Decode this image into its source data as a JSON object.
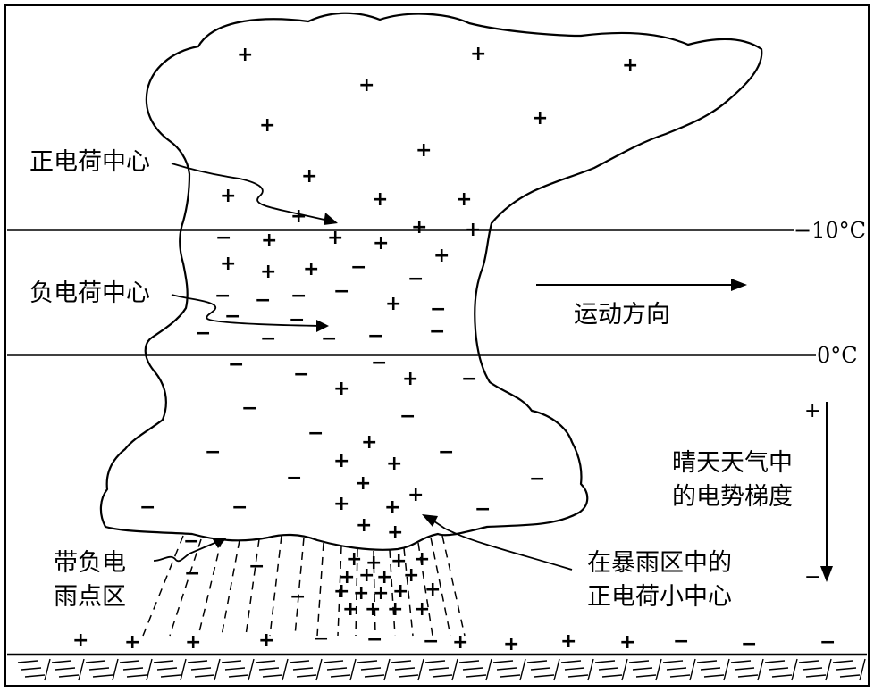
{
  "labels": {
    "positive_center": "正电荷中心",
    "negative_center": "负电荷中心",
    "motion_direction": "运动方向",
    "fair_weather_gradient": [
      "晴天天气中",
      "的电势梯度"
    ],
    "negative_rain_area": [
      "带负电",
      "雨点区"
    ],
    "small_positive_center": [
      "在暴雨区中的",
      "正电荷小中心"
    ]
  },
  "isotherms": {
    "upper": "−10°C",
    "lower": "0°C"
  },
  "gradient_scale": {
    "top_sign": "+",
    "bottom_sign": "−"
  },
  "charge_symbols": {
    "positive": "+",
    "negative": "−"
  },
  "colors": {
    "ink": "#000000",
    "background": "#ffffff"
  }
}
